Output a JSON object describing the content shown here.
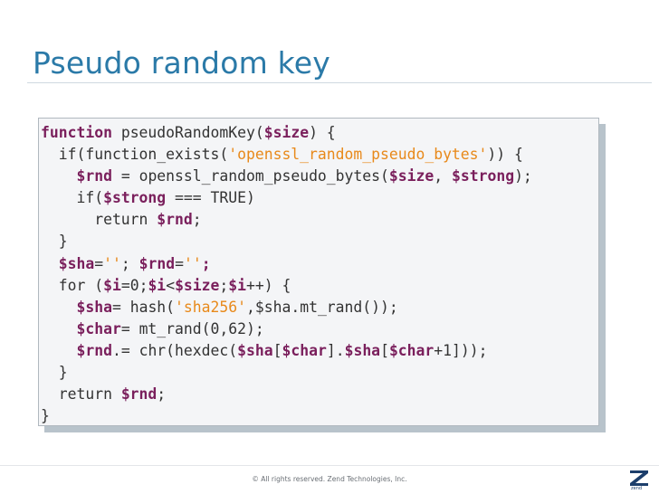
{
  "slide": {
    "title": "Pseudo random key",
    "footer": "© All rights reserved. Zend Technologies, Inc.",
    "logo_text": "zend"
  },
  "code": {
    "lines": [
      [
        [
          "kw",
          "function"
        ],
        [
          "plain",
          " pseudoRandomKey("
        ],
        [
          "var",
          "$size"
        ],
        [
          "plain",
          ") {"
        ]
      ],
      [
        [
          "plain",
          "  if(function_exists("
        ],
        [
          "str",
          "'openssl_random_pseudo_bytes'"
        ],
        [
          "plain",
          ")) {"
        ]
      ],
      [
        [
          "plain",
          "    "
        ],
        [
          "var",
          "$rnd"
        ],
        [
          "plain",
          " = openssl_random_pseudo_bytes("
        ],
        [
          "var",
          "$size"
        ],
        [
          "plain",
          ", "
        ],
        [
          "var",
          "$strong"
        ],
        [
          "plain",
          ");"
        ]
      ],
      [
        [
          "plain",
          "    if("
        ],
        [
          "var",
          "$strong"
        ],
        [
          "plain",
          " === TRUE)"
        ]
      ],
      [
        [
          "plain",
          "      return "
        ],
        [
          "var",
          "$rnd"
        ],
        [
          "plain",
          ";"
        ]
      ],
      [
        [
          "plain",
          "  }"
        ]
      ],
      [
        [
          "plain",
          "  "
        ],
        [
          "var",
          "$sha"
        ],
        [
          "plain",
          "="
        ],
        [
          "str",
          "''"
        ],
        [
          "plain",
          "; "
        ],
        [
          "var",
          "$rnd"
        ],
        [
          "plain",
          "="
        ],
        [
          "str",
          "''"
        ],
        [
          "var",
          ";"
        ]
      ],
      [
        [
          "plain",
          "  for ("
        ],
        [
          "var",
          "$i"
        ],
        [
          "plain",
          "=0;"
        ],
        [
          "var",
          "$i"
        ],
        [
          "plain",
          "<"
        ],
        [
          "var",
          "$size"
        ],
        [
          "plain",
          ";"
        ],
        [
          "var",
          "$i"
        ],
        [
          "plain",
          "++) {"
        ]
      ],
      [
        [
          "plain",
          "    "
        ],
        [
          "var",
          "$sha"
        ],
        [
          "plain",
          "= hash("
        ],
        [
          "str",
          "'sha256'"
        ],
        [
          "plain",
          ",$sha.mt_rand());"
        ]
      ],
      [
        [
          "plain",
          "    "
        ],
        [
          "var",
          "$char"
        ],
        [
          "plain",
          "= mt_rand(0,62);"
        ]
      ],
      [
        [
          "plain",
          "    "
        ],
        [
          "var",
          "$rnd"
        ],
        [
          "plain",
          ".= chr(hexdec("
        ],
        [
          "var",
          "$sha"
        ],
        [
          "plain",
          "["
        ],
        [
          "var",
          "$char"
        ],
        [
          "plain",
          "]."
        ],
        [
          "var",
          "$sha"
        ],
        [
          "plain",
          "["
        ],
        [
          "var",
          "$char"
        ],
        [
          "plain",
          "+1]));"
        ]
      ],
      [
        [
          "plain",
          "  }"
        ]
      ],
      [
        [
          "plain",
          "  return "
        ],
        [
          "var",
          "$rnd"
        ],
        [
          "plain",
          ";"
        ]
      ],
      [
        [
          "plain",
          "}"
        ]
      ]
    ]
  },
  "colors": {
    "title": "#2b7aa8",
    "keyword": "#7a1f5c",
    "string": "#e8891a",
    "logo": "#1c3e6b"
  },
  "icons": {
    "logo": "zend-logo-icon"
  }
}
